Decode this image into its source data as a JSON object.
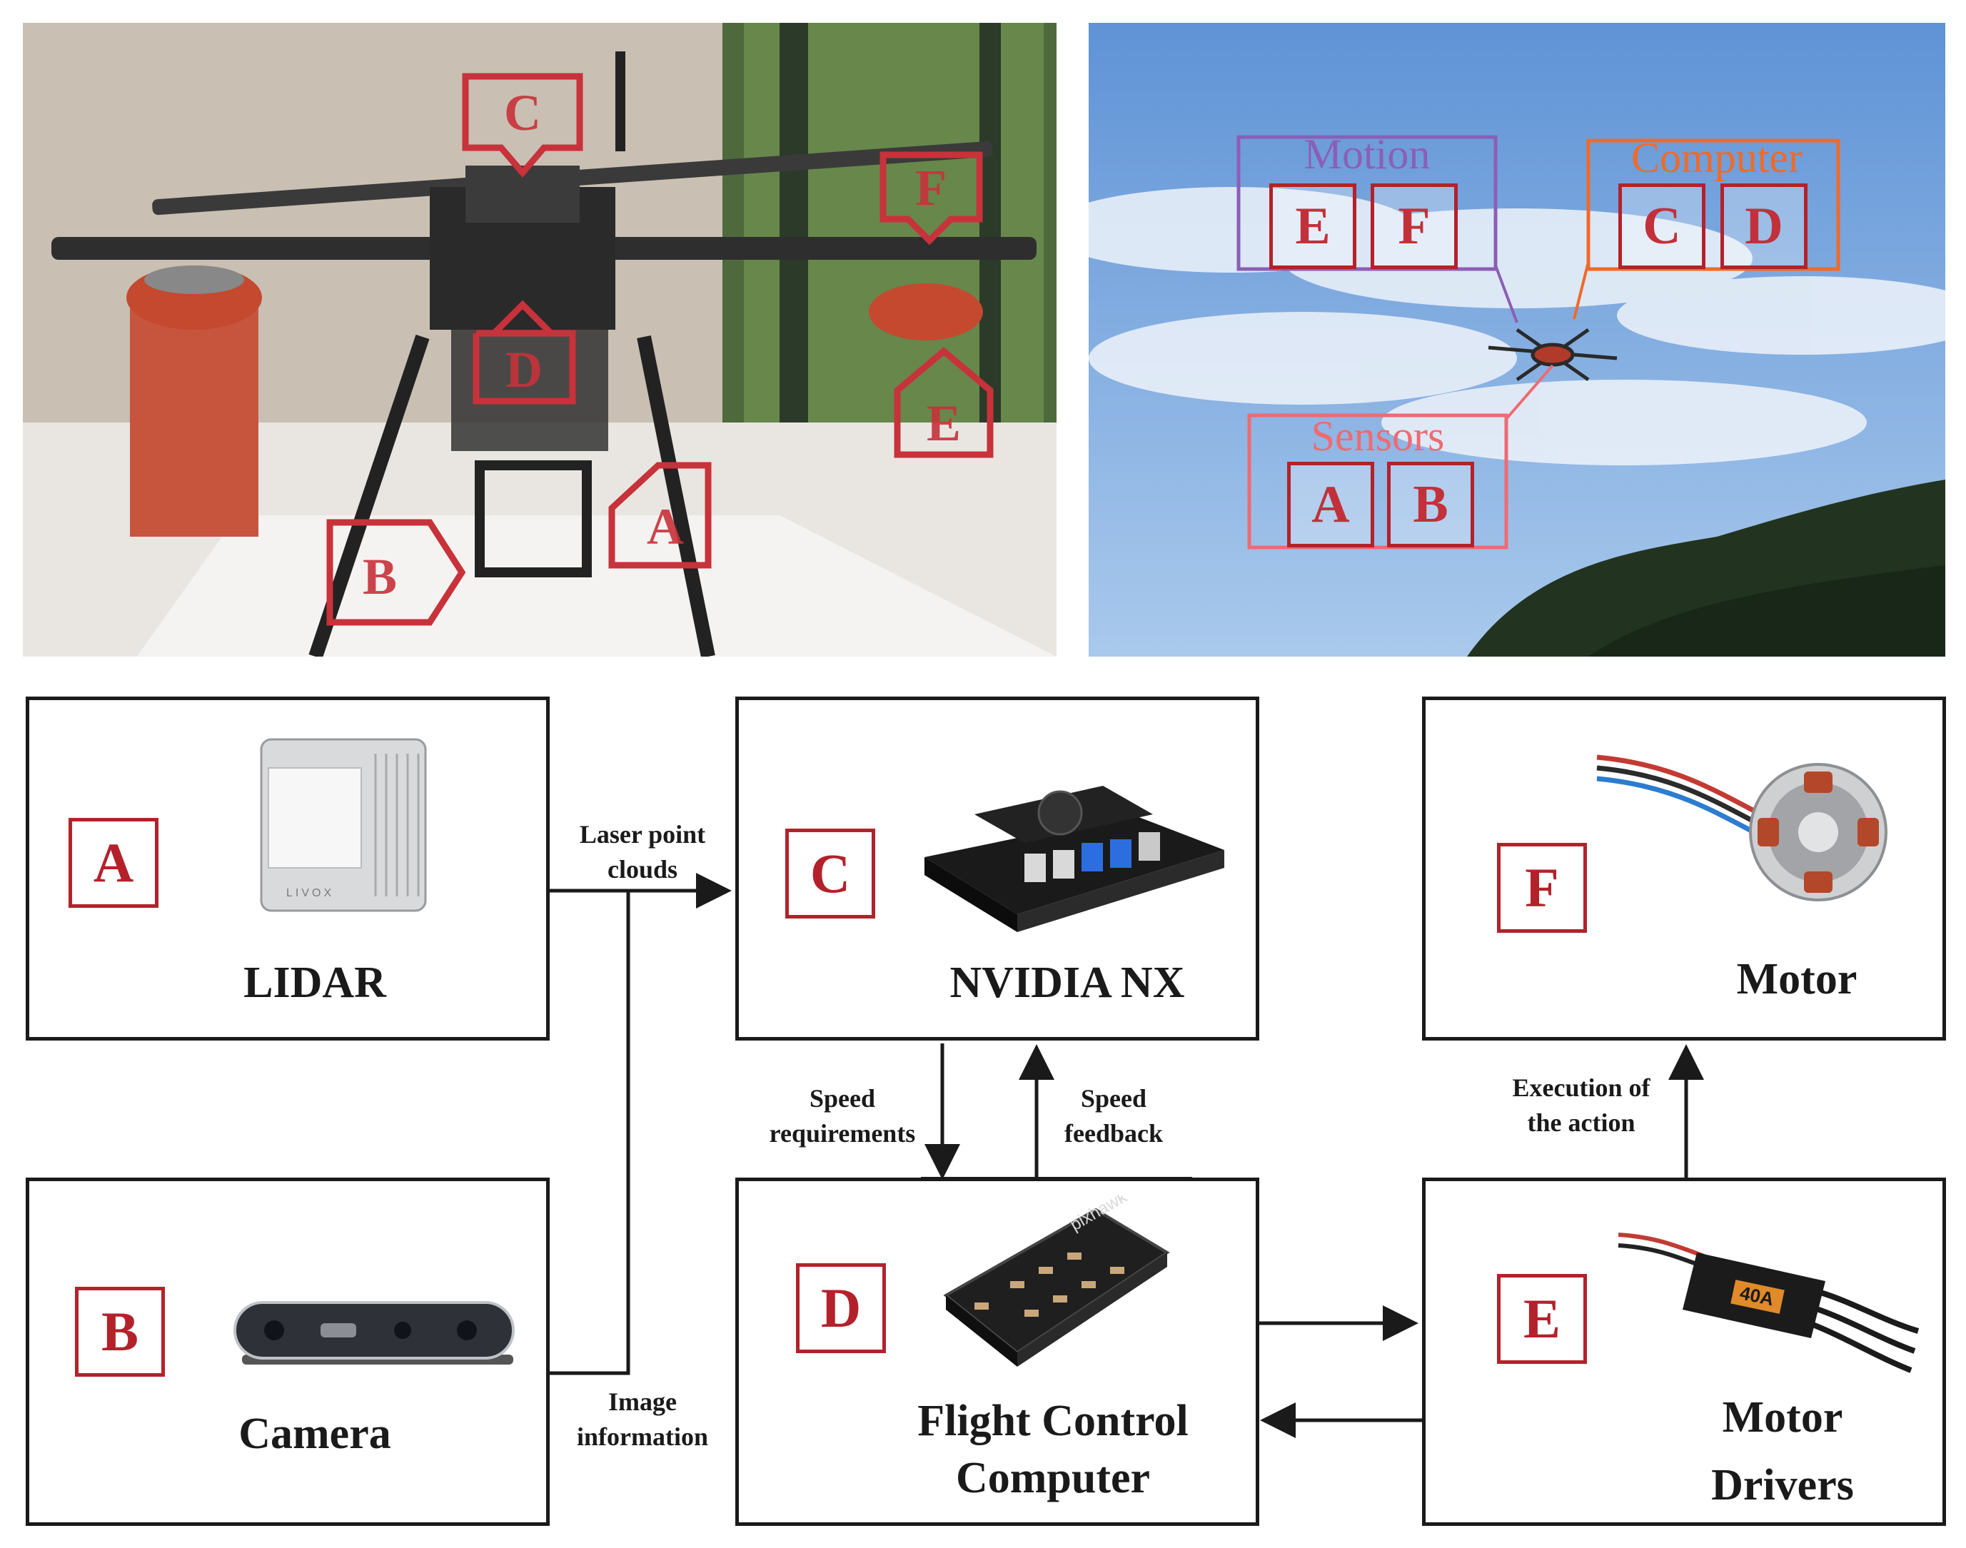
{
  "photo_left": {
    "markers": [
      "C",
      "F",
      "D",
      "E",
      "A",
      "B"
    ]
  },
  "photo_right": {
    "groups": [
      {
        "title": "Motion",
        "letters": [
          "E",
          "F"
        ],
        "color": "#8b5fb5"
      },
      {
        "title": "Computer",
        "letters": [
          "C",
          "D"
        ],
        "color": "#ef6a2a"
      },
      {
        "title": "Sensors",
        "letters": [
          "A",
          "B"
        ],
        "color": "#f06a72"
      }
    ]
  },
  "blocks": {
    "lidar": {
      "letter": "A",
      "name": "LIDAR",
      "device_label": "LIVOX"
    },
    "camera": {
      "letter": "B",
      "name": "Camera"
    },
    "nvidia": {
      "letter": "C",
      "name": "NVIDIA NX"
    },
    "fcc": {
      "letter": "D",
      "name_line1": "Flight Control",
      "name_line2": "Computer",
      "device_label": "pixhawk"
    },
    "motor_drivers": {
      "letter": "E",
      "name_line1": "Motor",
      "name_line2": "Drivers",
      "device_label": "40A"
    },
    "motor": {
      "letter": "F",
      "name": "Motor"
    }
  },
  "edges": {
    "laser": {
      "line1": "Laser point",
      "line2": "clouds"
    },
    "image": {
      "line1": "Image",
      "line2": "information"
    },
    "speed_req": {
      "line1": "Speed",
      "line2": "requirements"
    },
    "speed_fb": {
      "line1": "Speed",
      "line2": "feedback"
    },
    "execution": {
      "line1": "Execution of",
      "line2": "the action"
    }
  },
  "colors": {
    "accent_red": "#b3222b",
    "line": "#1a1a1a",
    "sky": "#6e9dd8"
  }
}
